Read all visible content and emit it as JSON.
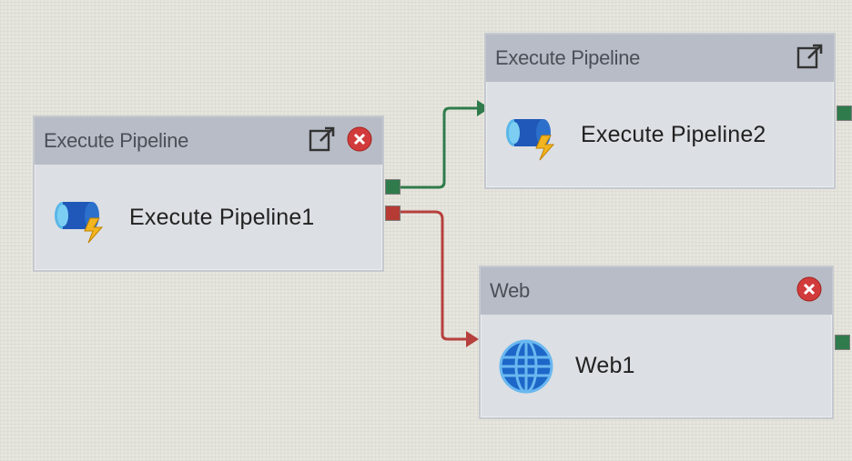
{
  "canvas": {
    "nodes": [
      {
        "type_label": "Execute Pipeline",
        "activity_name": "Execute Pipeline1",
        "icon": "execute-pipeline-icon",
        "has_open_button": true,
        "has_delete_button": true
      },
      {
        "type_label": "Execute Pipeline",
        "activity_name": "Execute Pipeline2",
        "icon": "execute-pipeline-icon",
        "has_open_button": true,
        "has_delete_button": false
      },
      {
        "type_label": "Web",
        "activity_name": "Web1",
        "icon": "globe-icon",
        "has_open_button": false,
        "has_delete_button": true
      }
    ],
    "connections": [
      {
        "from": "Execute Pipeline1",
        "to": "Execute Pipeline2",
        "condition": "success",
        "color": "#2f7b4c"
      },
      {
        "from": "Execute Pipeline1",
        "to": "Web1",
        "condition": "failure",
        "color": "#b6403d"
      }
    ],
    "colors": {
      "success": "#2f7b4c",
      "failure": "#b63b35",
      "delete": "#d23b3b",
      "header": "#b8bcc6",
      "body": "#dcdfe3"
    }
  }
}
